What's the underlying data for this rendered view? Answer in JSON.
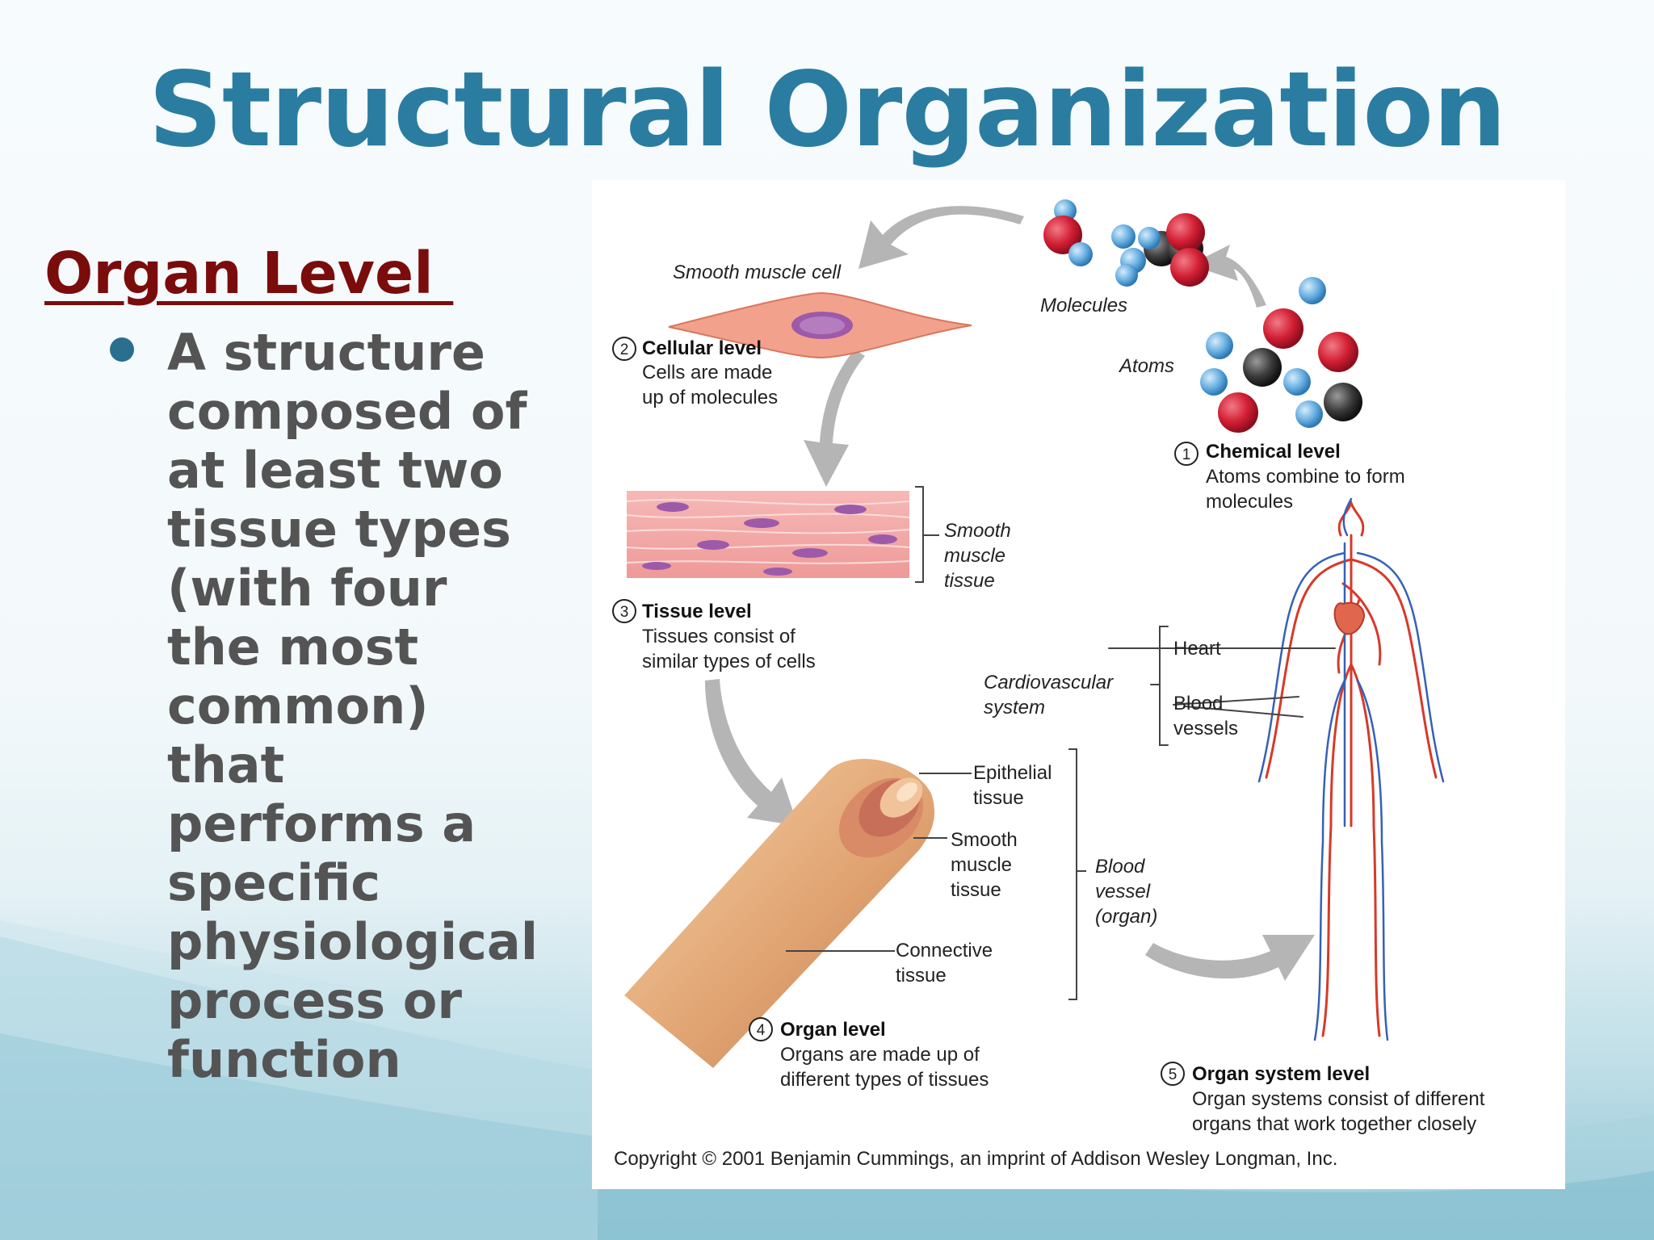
{
  "slide": {
    "title": "Structural Organization",
    "heading": "Organ Level ",
    "bullet": "A structure composed of at least two tissue types (with four the most common) that performs a specific physiological process or function"
  },
  "figure": {
    "smooth_muscle_cell": "Smooth muscle cell",
    "molecules": "Molecules",
    "atoms": "Atoms",
    "cellular_num": "2",
    "cellular_title": "Cellular level",
    "cellular_desc1": "Cells are made",
    "cellular_desc2": "up of molecules",
    "chemical_num": "1",
    "chemical_title": "Chemical level",
    "chemical_desc1": "Atoms combine to form",
    "chemical_desc2": "molecules",
    "smt1": "Smooth",
    "smt2": "muscle",
    "smt3": "tissue",
    "tissue_num": "3",
    "tissue_title": "Tissue level",
    "tissue_desc1": "Tissues consist of",
    "tissue_desc2": "similar types of cells",
    "heart": "Heart",
    "cardio1": "Cardiovascular",
    "cardio2": "system",
    "blood_vessels1": "Blood",
    "blood_vessels2": "vessels",
    "epi1": "Epithelial",
    "epi2": "tissue",
    "sm1": "Smooth",
    "sm2": "muscle",
    "sm3": "tissue",
    "bvo1": "Blood",
    "bvo2": "vessel",
    "bvo3": "(organ)",
    "ct1": "Connective",
    "ct2": "tissue",
    "organ_num": "4",
    "organ_title": "Organ level",
    "organ_desc1": "Organs are made up of",
    "organ_desc2": "different types of tissues",
    "system_num": "5",
    "system_title": "Organ system level",
    "system_desc1": "Organ systems consist of different",
    "system_desc2": "organs that work together closely",
    "copyright": "Copyright © 2001 Benjamin Cummings, an imprint of Addison Wesley Longman, Inc."
  },
  "colors": {
    "title": "#2a7da0",
    "heading": "#7b0c0c",
    "body": "#545454",
    "bullet": "#2a6f8e"
  }
}
